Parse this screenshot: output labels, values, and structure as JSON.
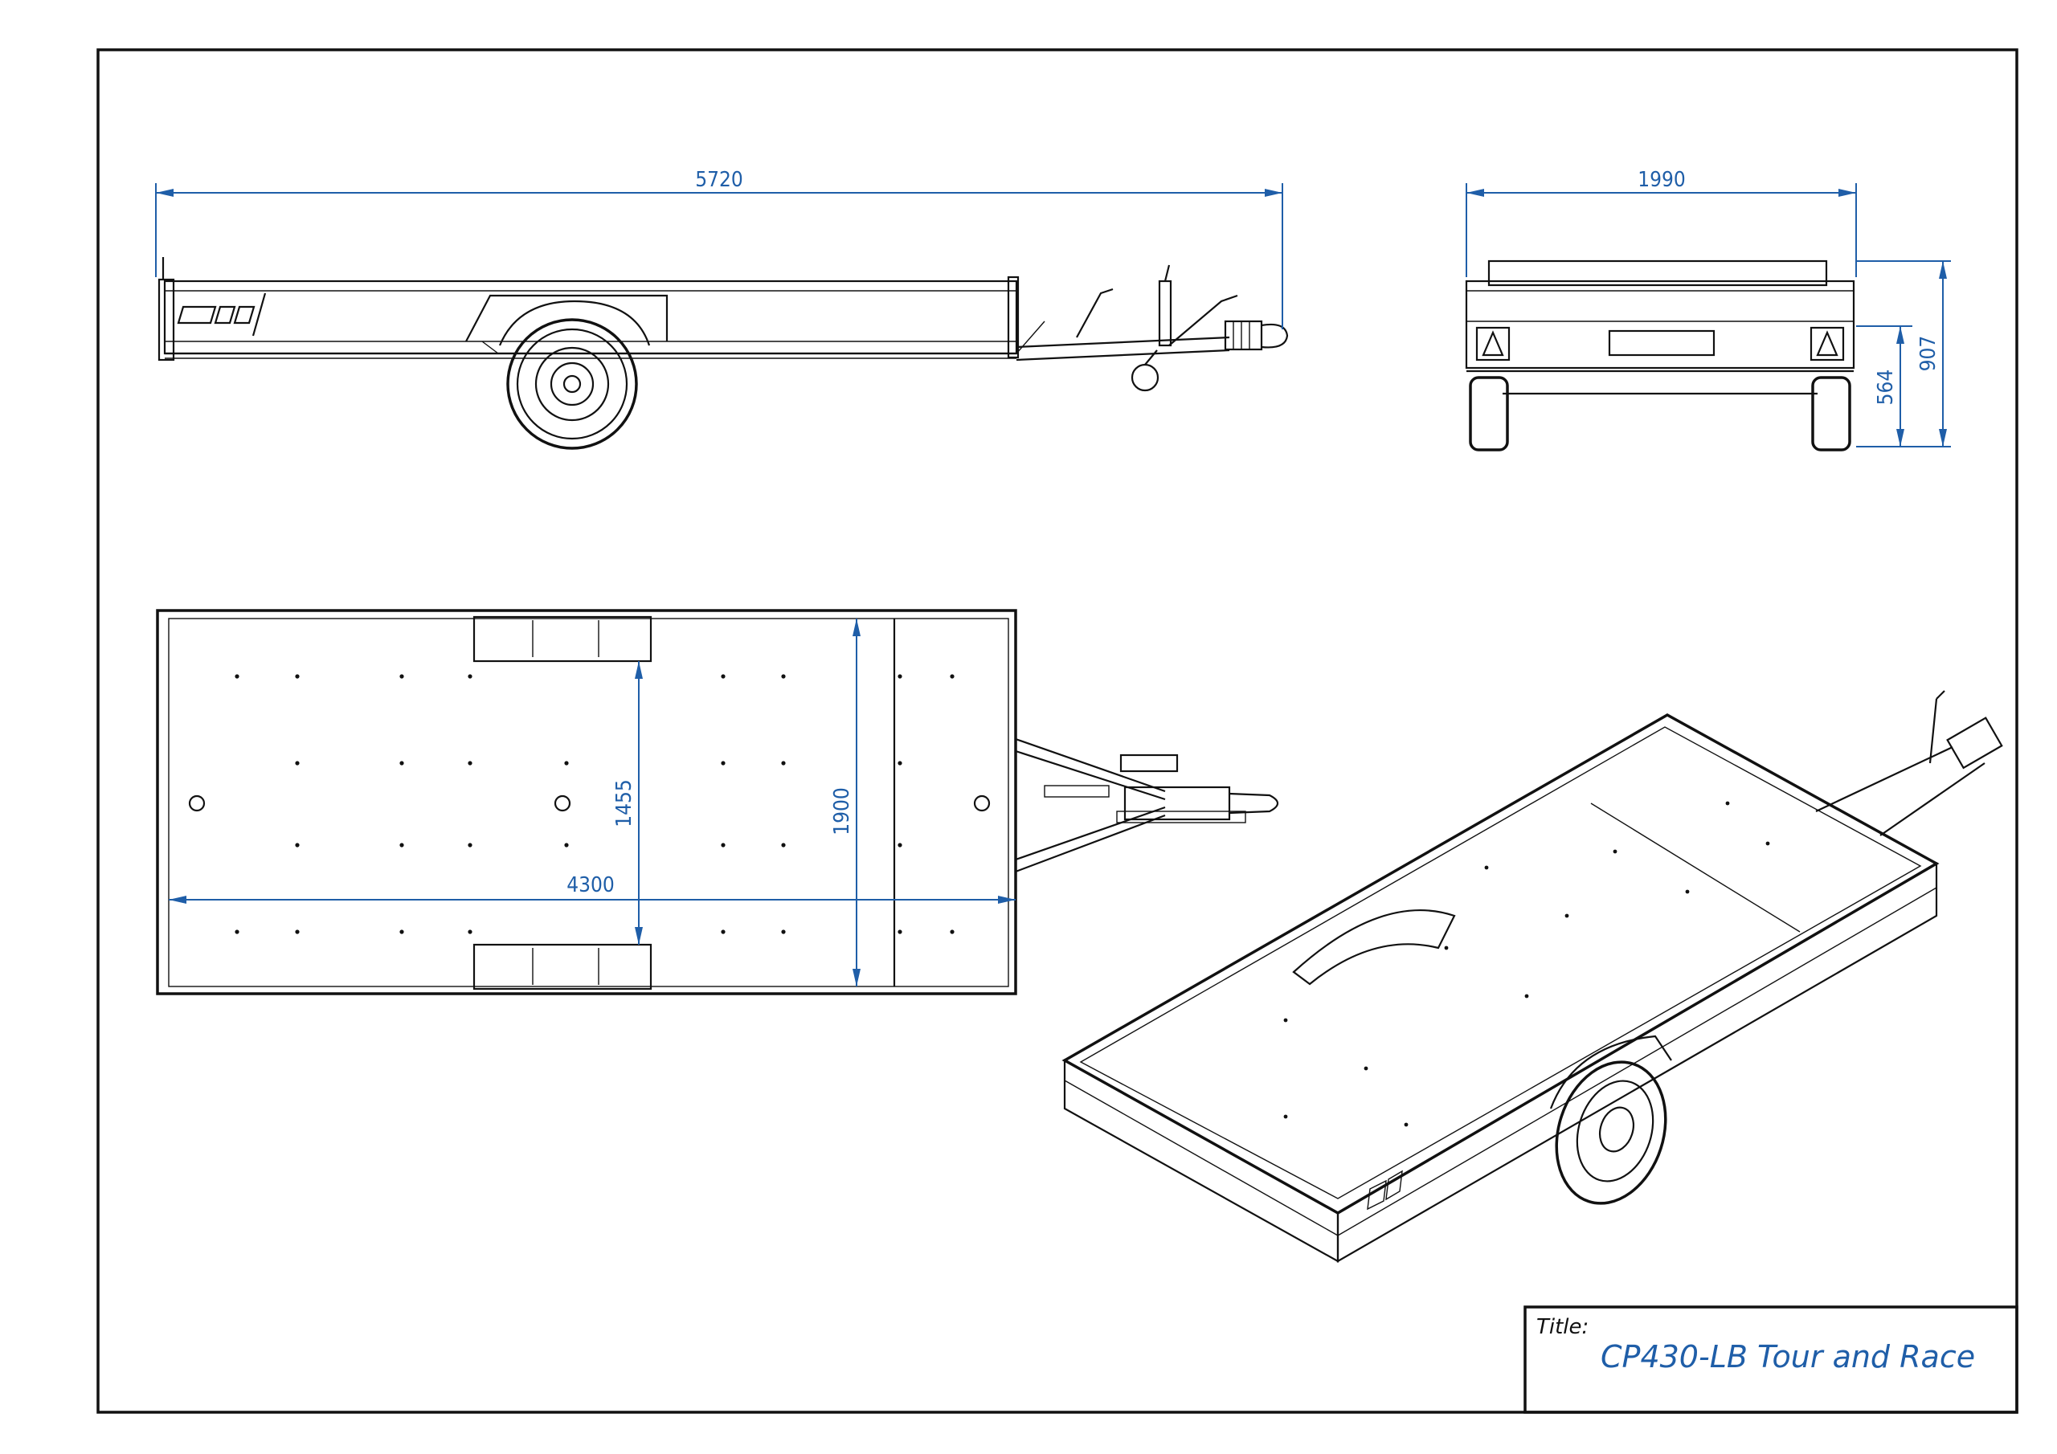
{
  "dimensions": {
    "side_length": "5720",
    "rear_width": "1990",
    "rear_height_total": "907",
    "rear_height_bed": "564",
    "top_bed_length": "4300",
    "top_inner_width": "1455",
    "top_outer_width": "1900"
  },
  "title_block": {
    "label": "Title:",
    "value": "CP430-LB Tour and Race"
  },
  "colors": {
    "dimension": "#1f5ea8",
    "line": "#111111"
  }
}
